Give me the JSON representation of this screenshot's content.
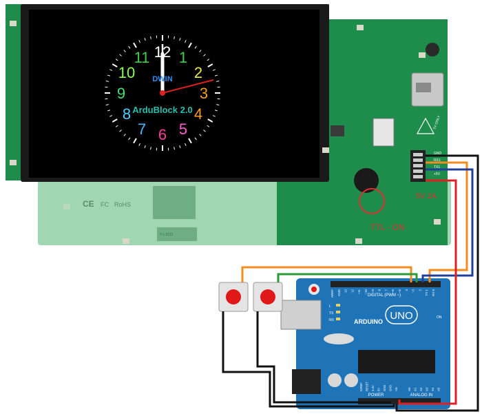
{
  "display": {
    "brand": "DWIN",
    "app_label": "ArduBlock 2.0",
    "dial_numbers": [
      "12",
      "1",
      "2",
      "3",
      "4",
      "5",
      "6",
      "7",
      "8",
      "9",
      "10",
      "11"
    ],
    "dial_colors": [
      "#ffffff",
      "#3fd04a",
      "#e8e84a",
      "#f0a020",
      "#ff9a2a",
      "#ff5ad0",
      "#ff3aa0",
      "#4ab8ff",
      "#4ad0ff",
      "#3fe070",
      "#8cff4a",
      "#3fd04a"
    ],
    "cert_marks": [
      "CE",
      "FC",
      "RoHS"
    ],
    "pcb_version": "Y-L 2112",
    "connector_pins": [
      "GND",
      "RX1",
      "TX1",
      "+5V"
    ],
    "warning_label": "5V ONLY",
    "power_label": "5V 2A",
    "ttl_label": "TTL - ON"
  },
  "arduino": {
    "logo": "ARDUINO",
    "model": "UNO",
    "digital_header": "DIGITAL (PWM ~)",
    "power_header": "POWER",
    "analog_header": "ANALOG IN",
    "digital_pins": [
      "AREF",
      "GND",
      "13",
      "12",
      "~11",
      "~10",
      "~9",
      "8",
      "7",
      "~6",
      "~5",
      "4",
      "~3",
      "2",
      "TX 1",
      "RX 0"
    ],
    "power_pins": [
      "IOREF",
      "RESET",
      "3.3V",
      "5V",
      "GND",
      "GND",
      "Vin"
    ],
    "analog_pins": [
      "A0",
      "A1",
      "A2",
      "A3",
      "A4",
      "A5"
    ],
    "led_labels": [
      "L",
      "TX",
      "RX"
    ],
    "on_label": "ON"
  },
  "colors": {
    "pcb_green": "#1e8c4a",
    "screen": "#000000",
    "arduino_blue": "#1f74b8",
    "wire_orange": "#f28c1e",
    "wire_green": "#2a9a3a",
    "wire_blue": "#1f3f9a",
    "wire_red": "#e02020",
    "wire_black": "#111111",
    "button_red": "#e01818"
  }
}
